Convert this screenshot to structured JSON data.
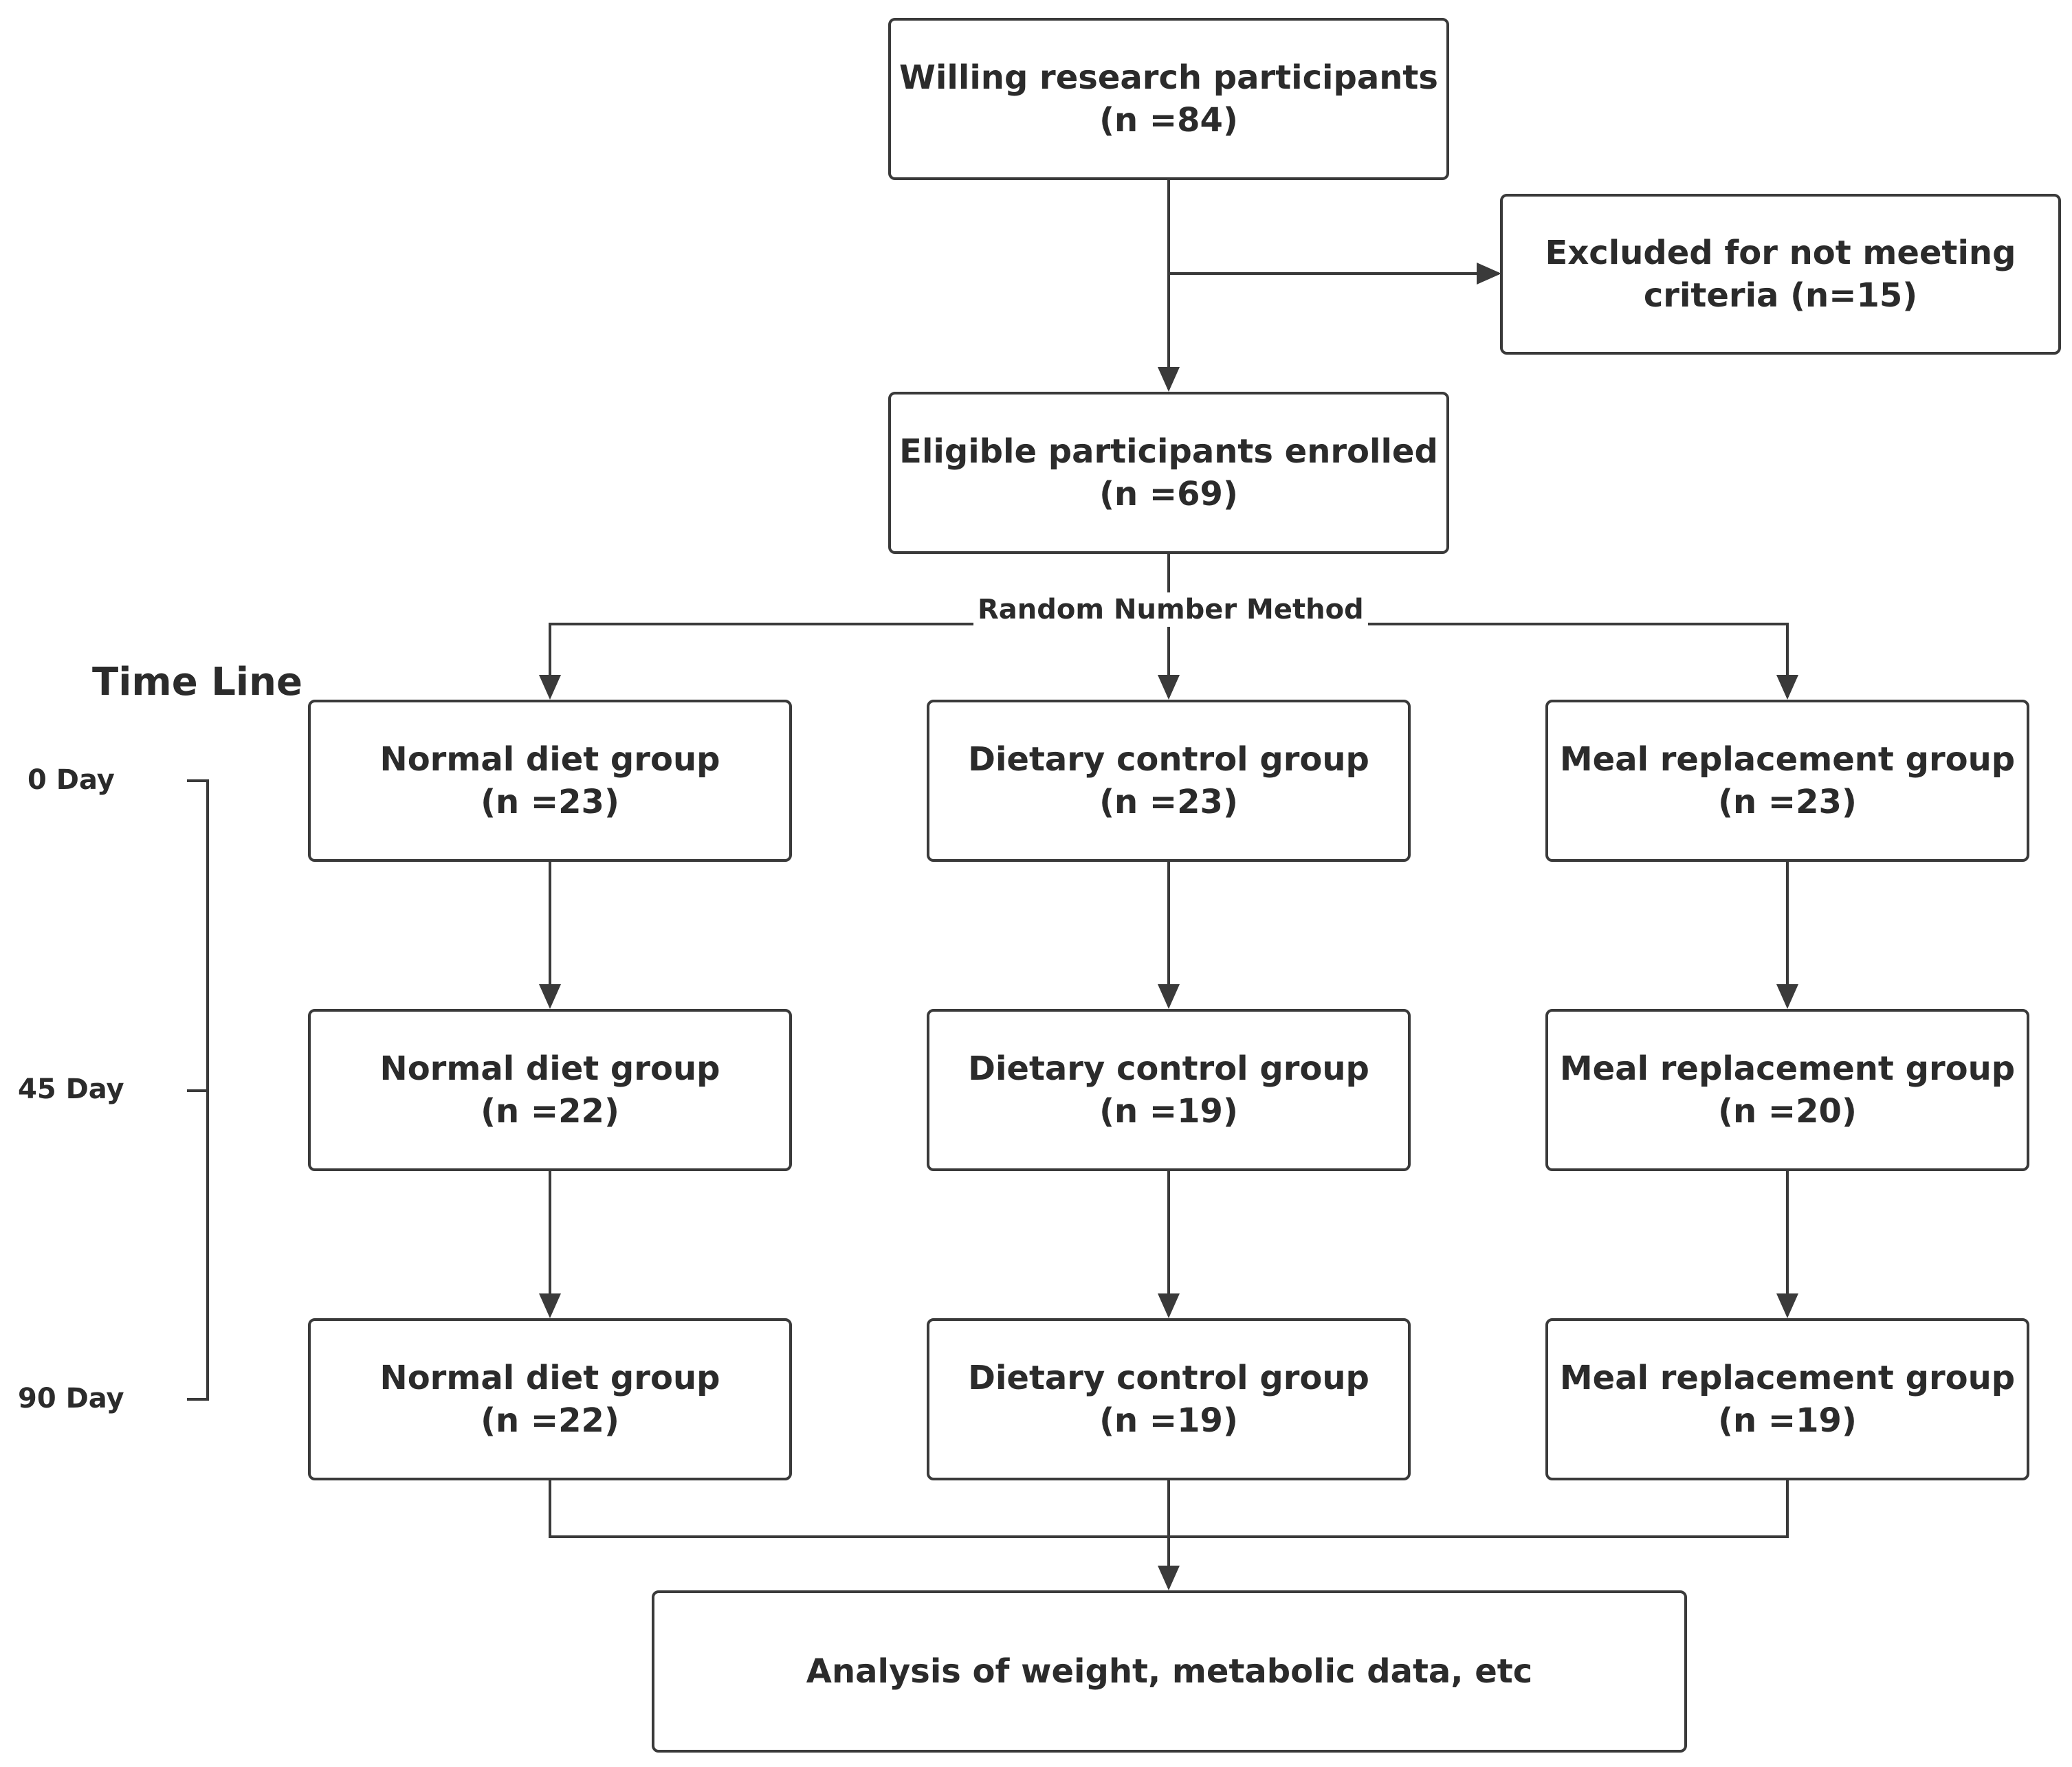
{
  "timeline": {
    "title": "Time Line",
    "days": [
      "0 Day",
      "45 Day",
      "90 Day"
    ]
  },
  "nodes": {
    "willing": {
      "line1": "Willing research participants",
      "line2": "(n =84)"
    },
    "excluded": {
      "line1": "Excluded for not meeting",
      "line2": "criteria (n=15)"
    },
    "eligible": {
      "line1": "Eligible participants enrolled",
      "line2": "(n =69)"
    },
    "analysis": {
      "line1": "Analysis of weight, metabolic data, etc"
    }
  },
  "random_method_label": "Random Number Method",
  "groups": [
    {
      "name": "Normal diet group",
      "counts": [
        "(n =23)",
        "(n =22)",
        "(n =22)"
      ]
    },
    {
      "name": "Dietary control group",
      "counts": [
        "(n =23)",
        "(n =19)",
        "(n =19)"
      ]
    },
    {
      "name": "Meal replacement group",
      "counts": [
        "(n =23)",
        "(n =20)",
        "(n =19)"
      ]
    }
  ]
}
